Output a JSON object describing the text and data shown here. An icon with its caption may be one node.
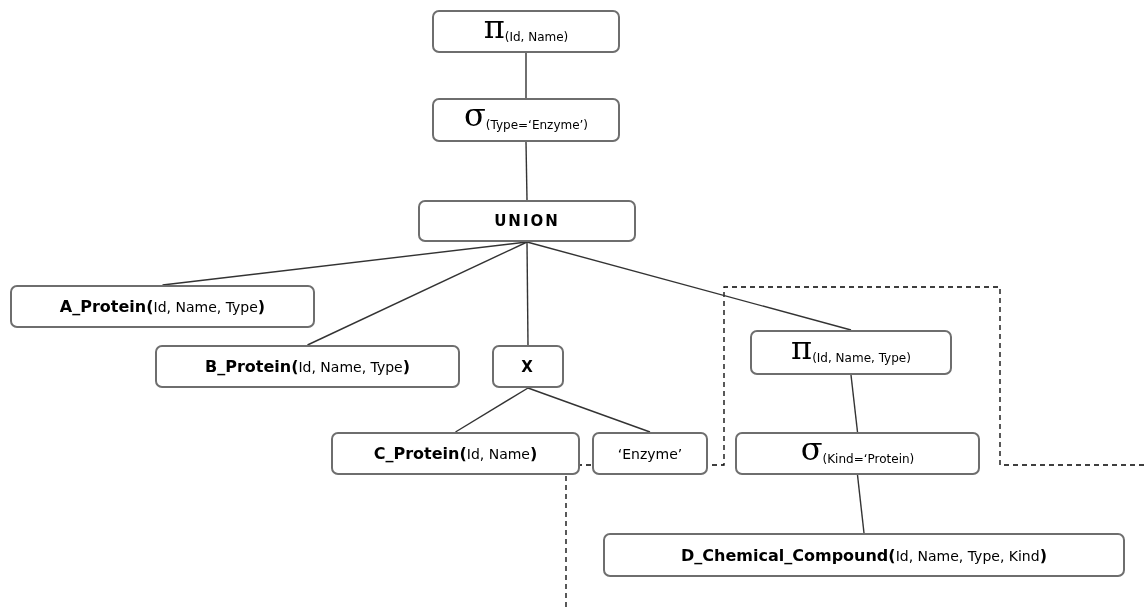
{
  "diagram": {
    "nodes": [
      {
        "text": [
          "π$_{(Id, Name)}$"
        ]
      },
      {
        "text": [
          "σ$_{(Type=‘Enzyme’)}$"
        ]
      },
      {
        "text": [
          "UNION"
        ]
      },
      {
        "text": [
          "**A_Protein(**Id, Name, Type**)**"
        ]
      },
      {
        "text": [
          "**B_Protein(**Id, Name, Type**)**"
        ]
      },
      {
        "text": [
          "X"
        ]
      },
      {
        "text": [
          "**C_Protein(**Id, Name**)**"
        ]
      },
      {
        "text": [
          "‘Enzyme’"
        ]
      },
      {
        "text": [
          "π$_{(Id, Name, Type)}$"
        ]
      },
      {
        "text": [
          "σ$_{(Kind=‘Protein)}$"
        ]
      },
      {
        "text": [
          "**D_Chemical_Compound(**Id, Name, Type, Kind**)**"
        ]
      }
    ],
    "edges": [
      {
        "from": 0,
        "to": 1,
        "arrow": "none"
      },
      {
        "from": 1,
        "to": 2,
        "arrow": "none"
      },
      {
        "from": 2,
        "to": 3,
        "arrow": "none"
      },
      {
        "from": 2,
        "to": 4,
        "arrow": "none"
      },
      {
        "from": 2,
        "to": 5,
        "arrow": "none"
      },
      {
        "from": 2,
        "to": 8,
        "arrow": "none"
      },
      {
        "from": 5,
        "to": 6,
        "arrow": "none"
      },
      {
        "from": 5,
        "to": 7,
        "arrow": "none"
      },
      {
        "from": 8,
        "to": 9,
        "arrow": "none"
      },
      {
        "from": 9,
        "to": 10,
        "arrow": "none"
      }
    ]
  }
}
